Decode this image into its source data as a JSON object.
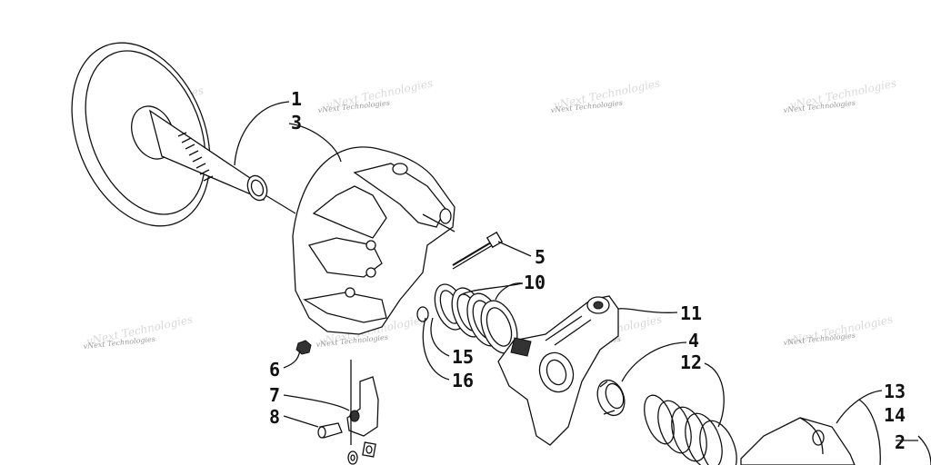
{
  "labels": {
    "p1": "1",
    "p3": "3",
    "p5": "5",
    "p10": "10",
    "p11": "11",
    "p4": "4",
    "p12": "12",
    "p15": "15",
    "p16": "16",
    "p6": "6",
    "p7": "7",
    "p8": "8",
    "p13": "13",
    "p14": "14",
    "p2": "2"
  },
  "watermark": "vNext Technologies",
  "colors": {
    "line": "#111111",
    "watermark": "#9a9a9a",
    "background": "#ffffff"
  }
}
